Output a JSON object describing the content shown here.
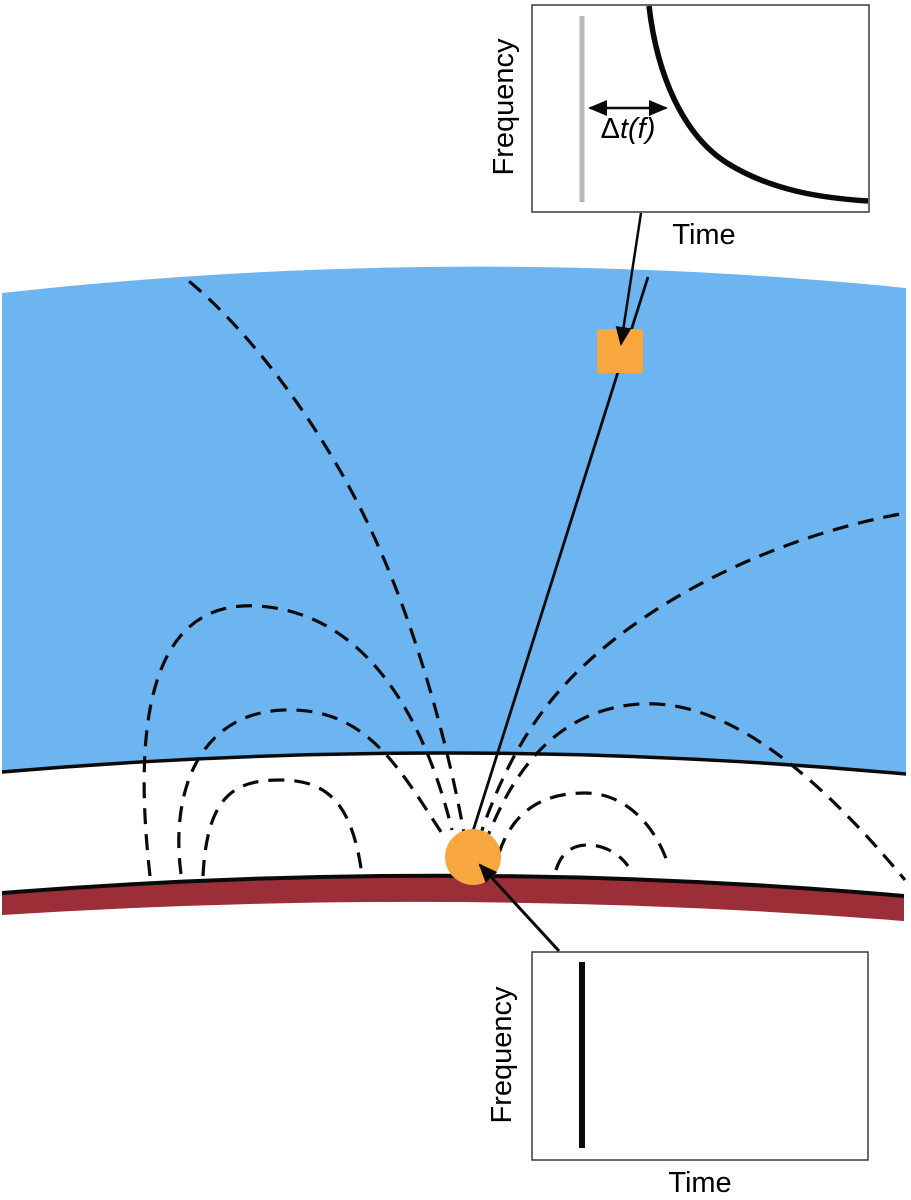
{
  "scene": {
    "colors": {
      "sky": "#6CB5F0",
      "surface": "#9C2E38",
      "marker": "#F7A73E",
      "pulse_gray": "#B8B8B8",
      "ink": "#0A0A0A"
    }
  },
  "top_inset": {
    "ylabel": "Frequency",
    "xlabel": "Time",
    "delay_prefix": "Δ",
    "delay_italic": "t(f)"
  },
  "bottom_inset": {
    "ylabel": "Frequency",
    "xlabel": "Time"
  }
}
